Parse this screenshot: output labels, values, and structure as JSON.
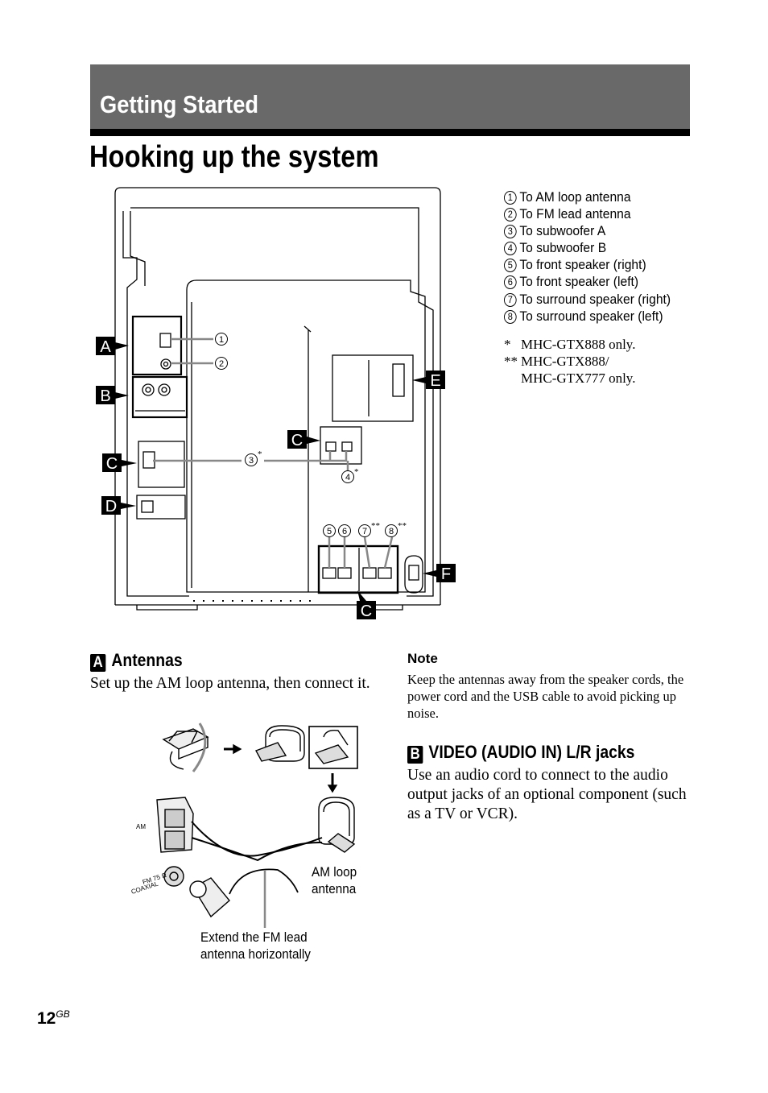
{
  "header": {
    "section": "Getting Started"
  },
  "page_title": "Hooking up the system",
  "callout_list": [
    {
      "num": "1",
      "text": "To AM loop antenna"
    },
    {
      "num": "2",
      "text": "To FM lead antenna"
    },
    {
      "num": "3",
      "text": "To subwoofer A"
    },
    {
      "num": "4",
      "text": "To subwoofer B"
    },
    {
      "num": "5",
      "text": "To front speaker (right)"
    },
    {
      "num": "6",
      "text": "To front speaker (left)"
    },
    {
      "num": "7",
      "text": "To surround speaker (right)"
    },
    {
      "num": "8",
      "text": "To surround speaker (left)"
    }
  ],
  "footnotes": {
    "star_mark": "*",
    "star_text": "MHC-GTX888 only.",
    "dstar_mark": "**",
    "dstar_text_1": "MHC-GTX888/",
    "dstar_text_2": "MHC-GTX777 only."
  },
  "diagram_labels": {
    "A": "A",
    "B": "B",
    "C": "C",
    "D": "D",
    "E": "E",
    "F": "F",
    "n1": "1",
    "n2": "2",
    "n3": "3",
    "n4": "4",
    "n5": "5",
    "n6": "6",
    "n7": "7",
    "n8": "8",
    "star": "*",
    "dstar": "**"
  },
  "section_a": {
    "letter": "A",
    "title": "Antennas",
    "body": "Set up the AM loop antenna, then connect it.",
    "illustration": {
      "am_label": "AM",
      "fm_label_1": "FM 75 Ω",
      "fm_label_2": "COAXIAL",
      "am_loop_caption_1": "AM loop",
      "am_loop_caption_2": "antenna",
      "fm_caption_1": "Extend the FM lead",
      "fm_caption_2": "antenna horizontally"
    }
  },
  "note": {
    "heading": "Note",
    "text": "Keep the antennas away from the speaker cords, the power cord and the USB cable to avoid picking up noise."
  },
  "section_b": {
    "letter": "B",
    "title": "VIDEO (AUDIO IN) L/R jacks",
    "body": "Use an audio cord to connect to the audio output jacks of an optional component (such as a TV or VCR)."
  },
  "page_number": {
    "num": "12",
    "suffix": "GB"
  }
}
